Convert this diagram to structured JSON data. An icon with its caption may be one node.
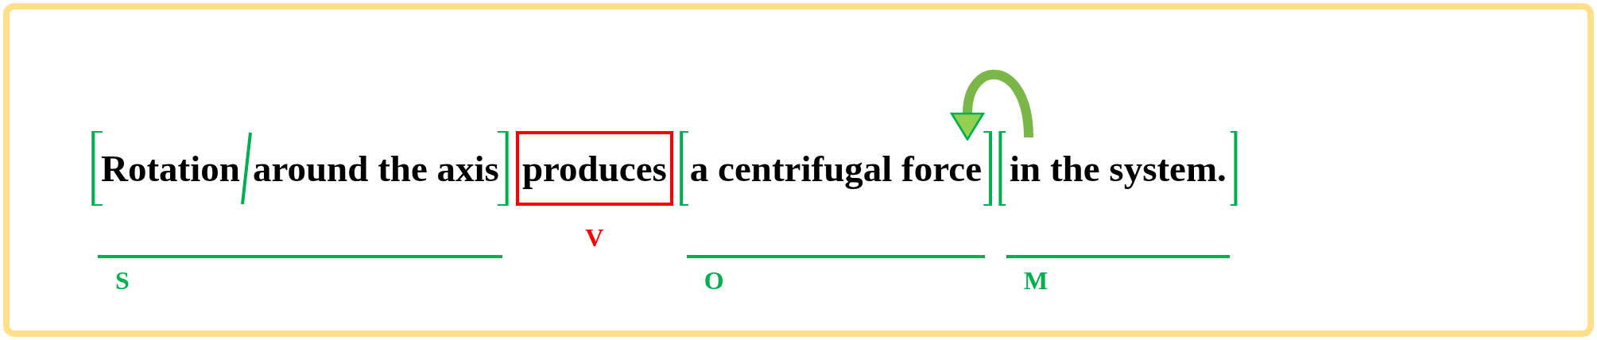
{
  "diagram": {
    "nodes": [
      {
        "text": [
          "Rotation",
          "around the axis"
        ]
      },
      {
        "text": [
          "produces"
        ]
      },
      {
        "text": [
          "a centrifugal force"
        ]
      },
      {
        "text": [
          "in the system."
        ]
      }
    ],
    "edges": [
      {
        "from": 3,
        "to": 2,
        "arrow": "to"
      }
    ],
    "labels": [
      "S",
      "V",
      "O",
      "M"
    ]
  }
}
